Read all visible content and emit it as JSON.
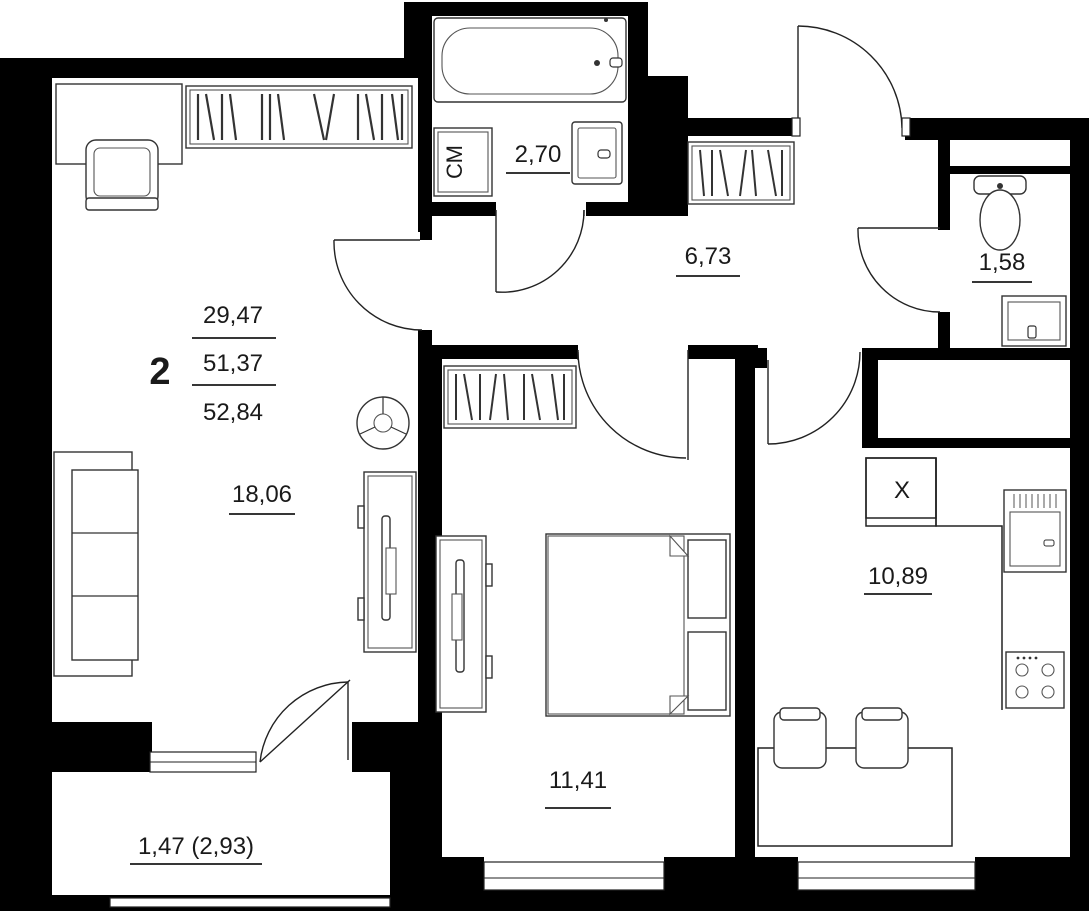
{
  "apartment": {
    "rooms_count": "2",
    "area_living": "29,47",
    "area_total": "51,37",
    "area_total_with_balcony": "52,84"
  },
  "rooms": {
    "living_room": "18,06",
    "bathroom": "2,70",
    "hallway": "6,73",
    "toilet": "1,58",
    "bedroom": "11,41",
    "kitchen": "10,89",
    "balcony": "1,47 (2,93)"
  },
  "labels": {
    "washing_machine": "СМ",
    "stove_hood": "X"
  },
  "colors": {
    "walls": "#000000",
    "background": "#ffffff",
    "furniture_stroke": "#333333"
  }
}
